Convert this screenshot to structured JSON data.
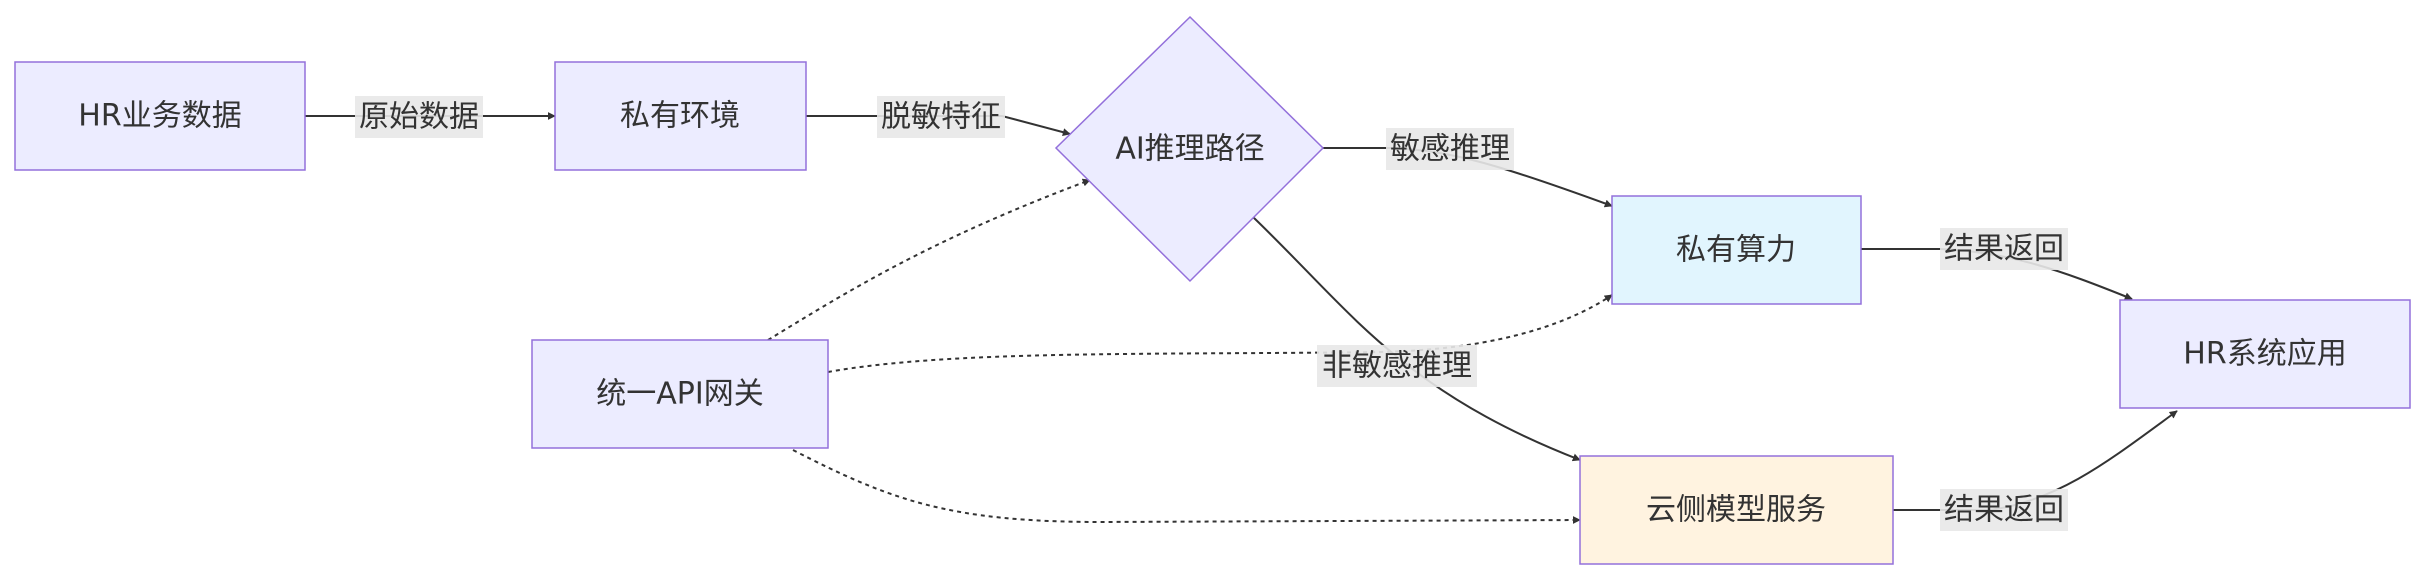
{
  "nodes": {
    "hr_data": {
      "label": "HR业务数据",
      "fill": "#ececff"
    },
    "private_env": {
      "label": "私有环境",
      "fill": "#ececff"
    },
    "ai_router": {
      "label": "AI推理路径",
      "fill": "#ececff"
    },
    "private_compute": {
      "label": "私有算力",
      "fill": "#e1f5fe"
    },
    "hr_app": {
      "label": "HR系统应用",
      "fill": "#ececff"
    },
    "api_gateway": {
      "label": "统一API网关",
      "fill": "#ececff"
    },
    "cloud_model": {
      "label": "云侧模型服务",
      "fill": "#fff3e0"
    }
  },
  "edges": {
    "raw_data": {
      "label": "原始数据"
    },
    "desensitized": {
      "label": "脱敏特征"
    },
    "sensitive": {
      "label": "敏感推理"
    },
    "non_sensitive": {
      "label": "非敏感推理"
    },
    "return_private": {
      "label": "结果返回"
    },
    "return_cloud": {
      "label": "结果返回"
    }
  },
  "colors": {
    "node_border": "#9370db",
    "edge": "#333333",
    "label_background": "#e8e8e8"
  }
}
